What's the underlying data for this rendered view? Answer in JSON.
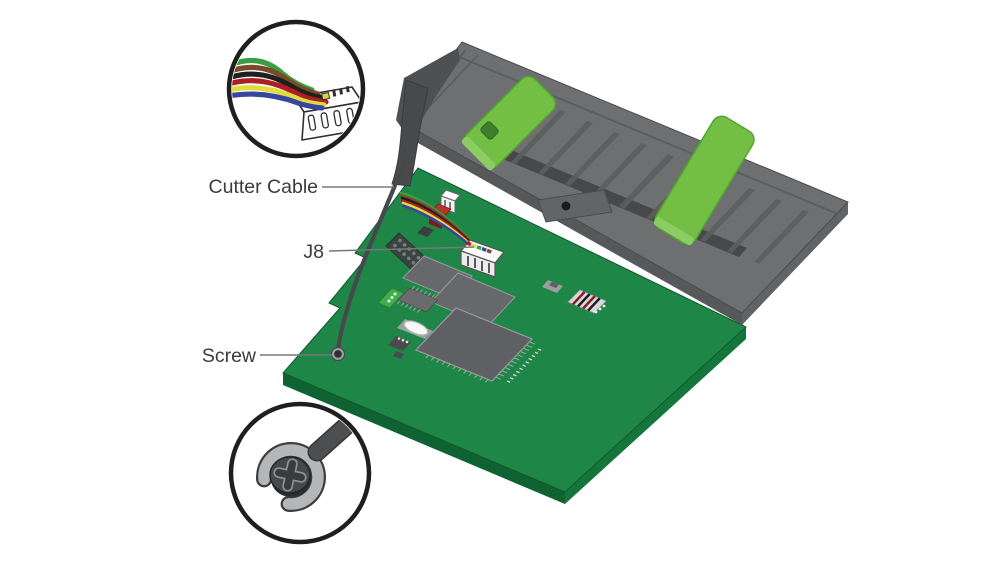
{
  "diagram": {
    "type": "hardware-exploded-view",
    "labels": {
      "cutter_cable": "Cutter Cable",
      "j8": "J8",
      "screw": "Screw"
    },
    "callouts": {
      "connector_detail": {
        "name": "cutter-cable-connector-detail",
        "position": "top-left"
      },
      "screw_detail": {
        "name": "grounding-screw-detail",
        "position": "bottom-left"
      }
    },
    "components": {
      "cutter_assembly": "cutter-module",
      "latches": "green-release-latches",
      "pcb": "main-logic-board",
      "j8_connector": "cutter-cable-connector",
      "ground_wire": "ground-wire",
      "ground_screw": "grounding-screw"
    },
    "wire_color_names": [
      "green",
      "brown",
      "black",
      "red",
      "yellow",
      "blue"
    ],
    "wire_colors": [
      "#3b9e43",
      "#7b4a28",
      "#1f1f1f",
      "#ae1f24",
      "#e0dc3e",
      "#3747a0"
    ],
    "colors": {
      "pcb_top": "#1e8747",
      "pcb_edge_left": "#0f6232",
      "pcb_edge_right": "#15763c",
      "cutter_body": "#6e6f71",
      "cutter_side": "#555658",
      "cutter_slot": "#47484a",
      "latch_green": "#72bf44",
      "cable_dark": "#48494b",
      "chip_gray": "#67686b",
      "label_text": "#3b3b3b",
      "leader_line": "#77787a",
      "callout_ring": "#1f1f1f"
    }
  }
}
